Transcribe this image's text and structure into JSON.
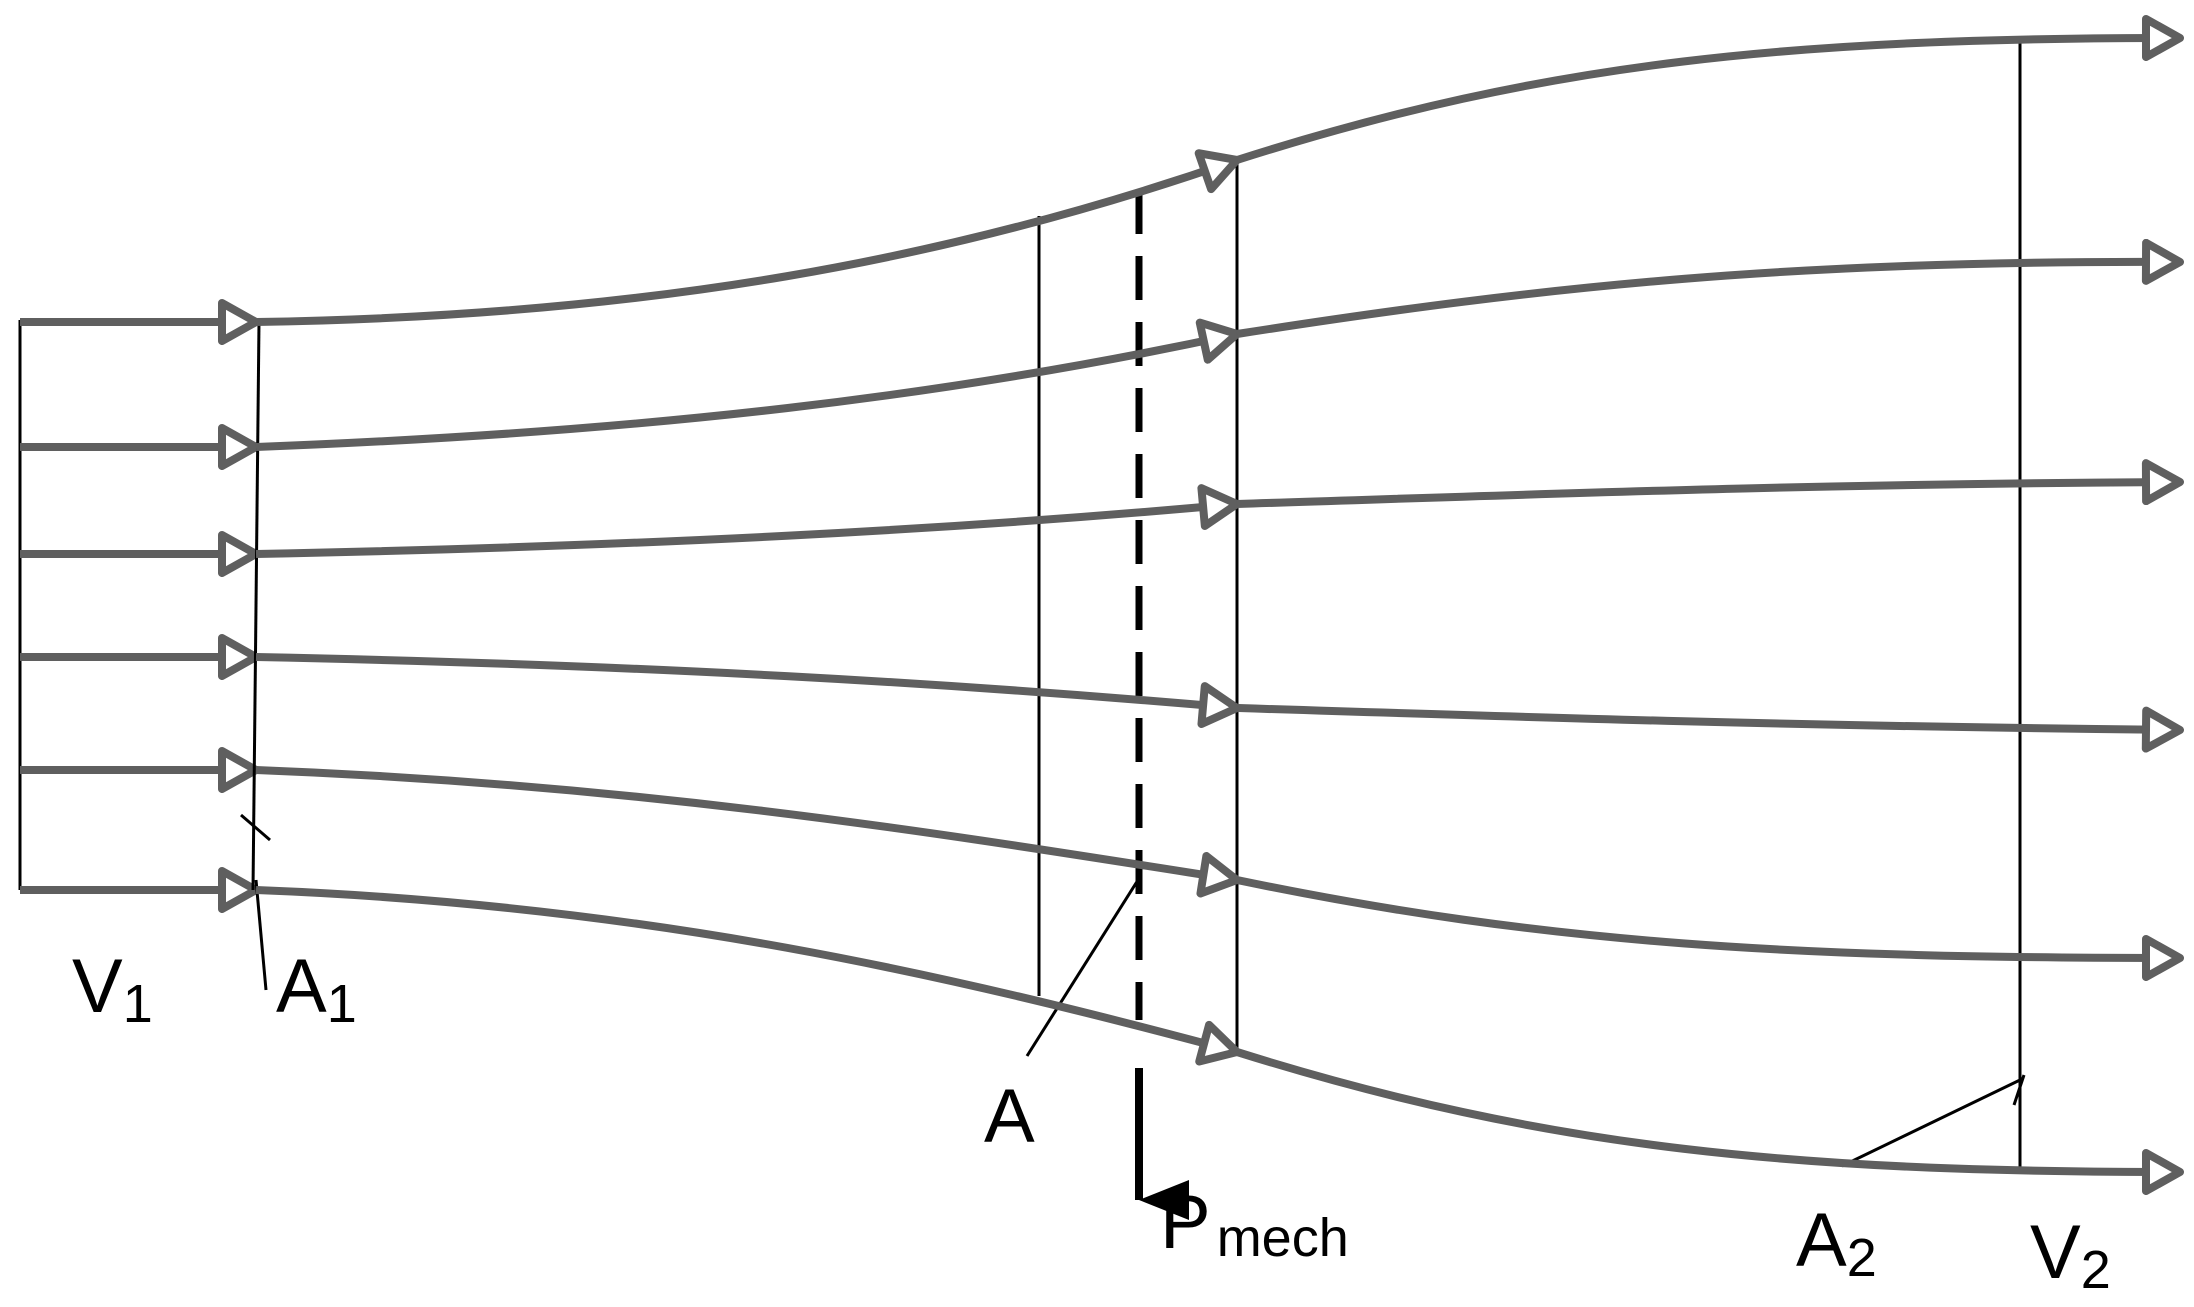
{
  "diagram": {
    "labels": {
      "v1": {
        "main": "V",
        "sub": "1"
      },
      "a1": {
        "main": "A",
        "sub": "1"
      },
      "a": {
        "main": "A"
      },
      "pmech": {
        "main": "P",
        "sub": "mech"
      },
      "a2": {
        "main": "A",
        "sub": "2"
      },
      "v2": {
        "main": "V",
        "sub": "2"
      }
    },
    "colors": {
      "streamline": "#5f5f5f",
      "boundary": "#000000",
      "background": "#ffffff"
    }
  }
}
